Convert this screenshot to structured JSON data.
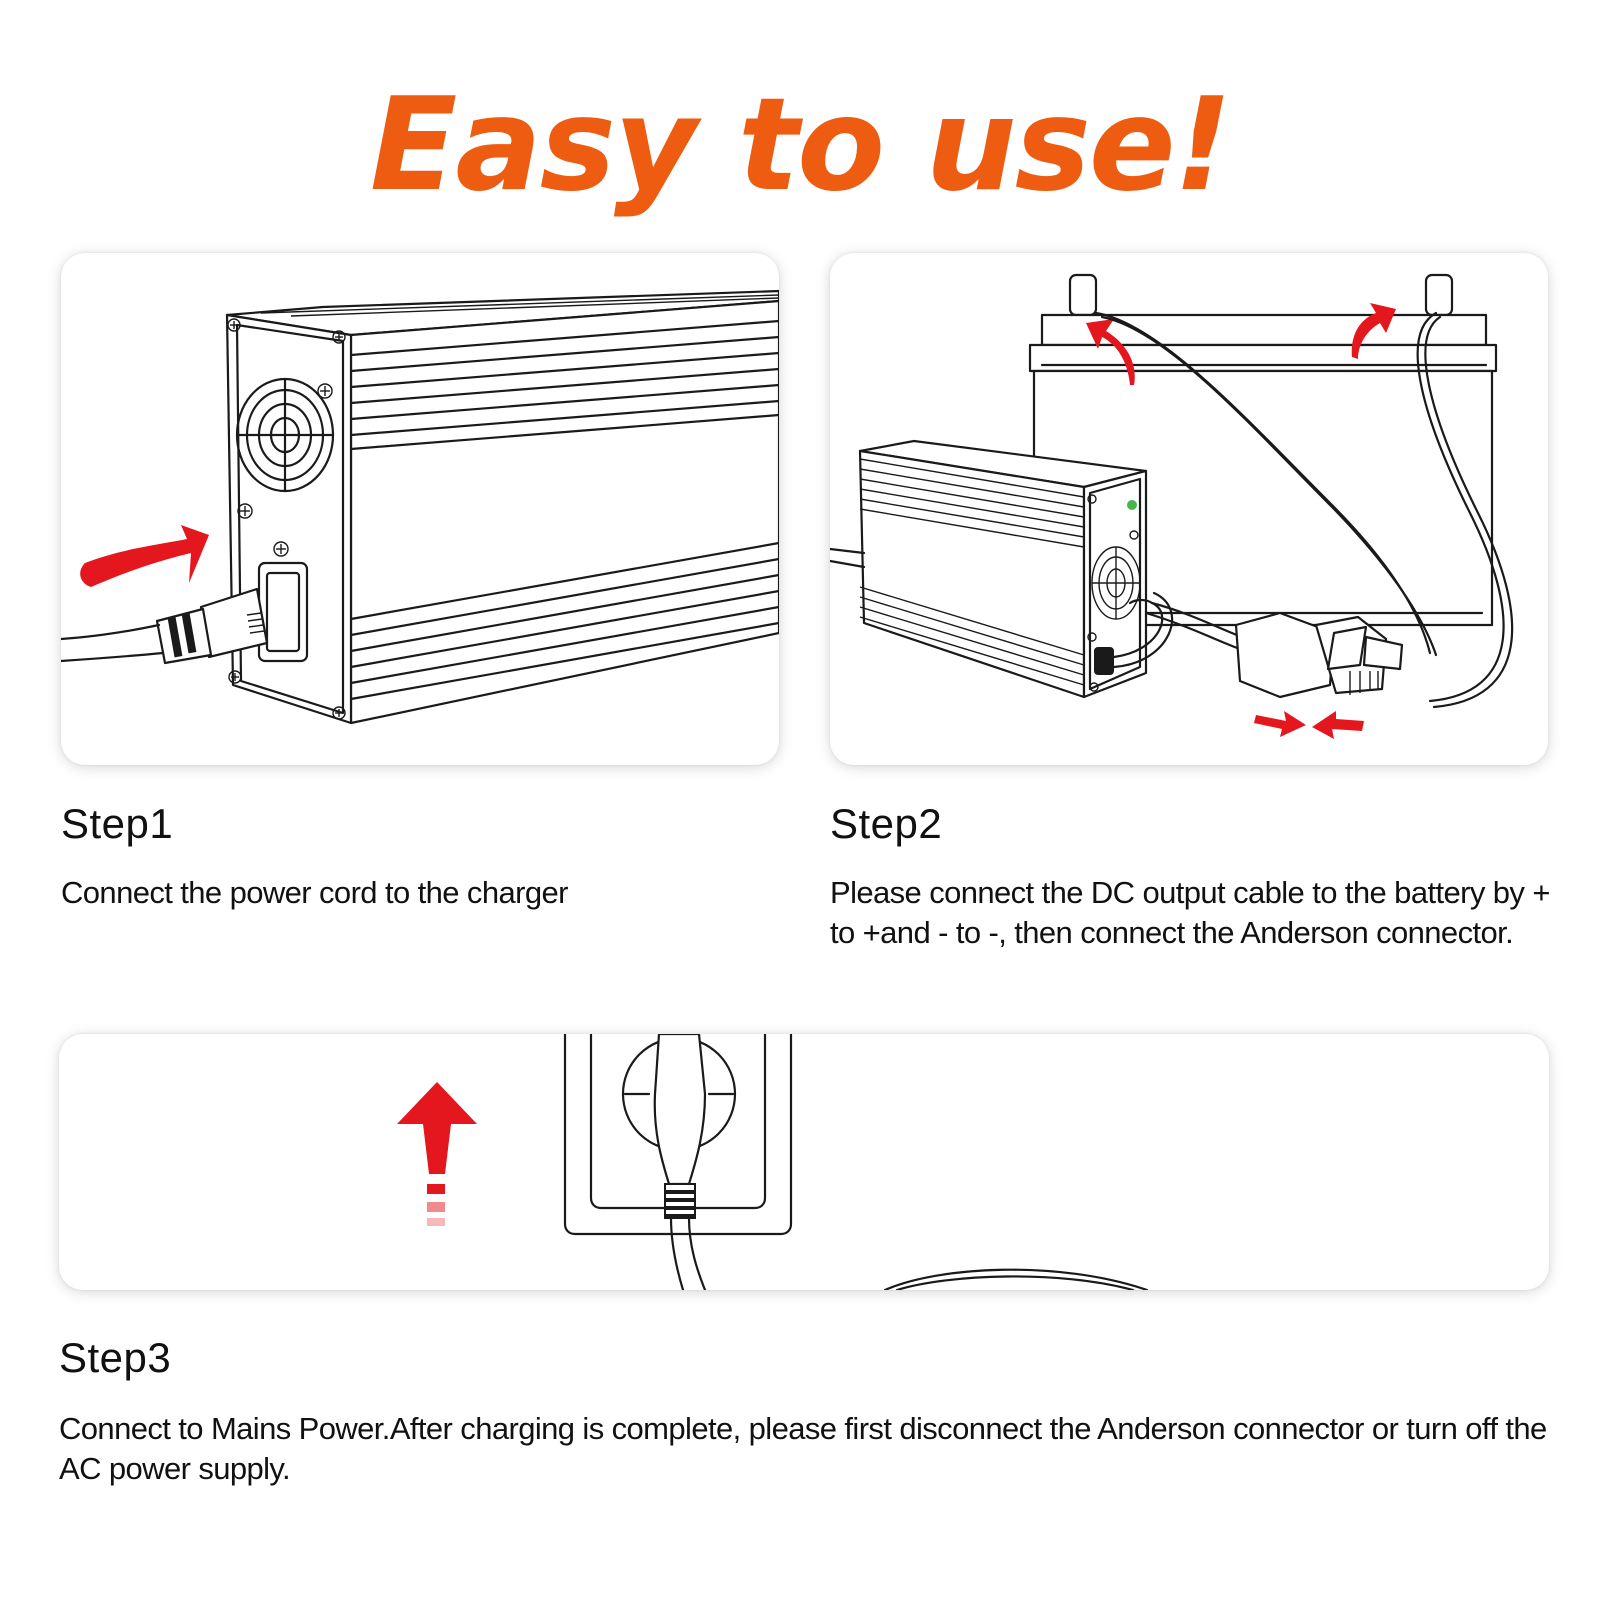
{
  "title": "Easy to use!",
  "colors": {
    "title": "#ee5c11",
    "arrow": "#e3171d",
    "led": "#48b54a",
    "line_art": "#1a1a1a"
  },
  "steps": [
    {
      "title": "Step1",
      "description": "Connect the power cord to the charger",
      "illustration": "charger-power-cord"
    },
    {
      "title": "Step2",
      "description": "Please connect the DC output cable to the battery by + to +and - to -, then connect the Anderson connector.",
      "illustration": "charger-battery-anderson"
    },
    {
      "title": "Step3",
      "description": "Connect to Mains Power.After charging is complete, please first disconnect the Anderson connector or turn off the AC power supply.",
      "illustration": "wall-socket-plug"
    }
  ]
}
